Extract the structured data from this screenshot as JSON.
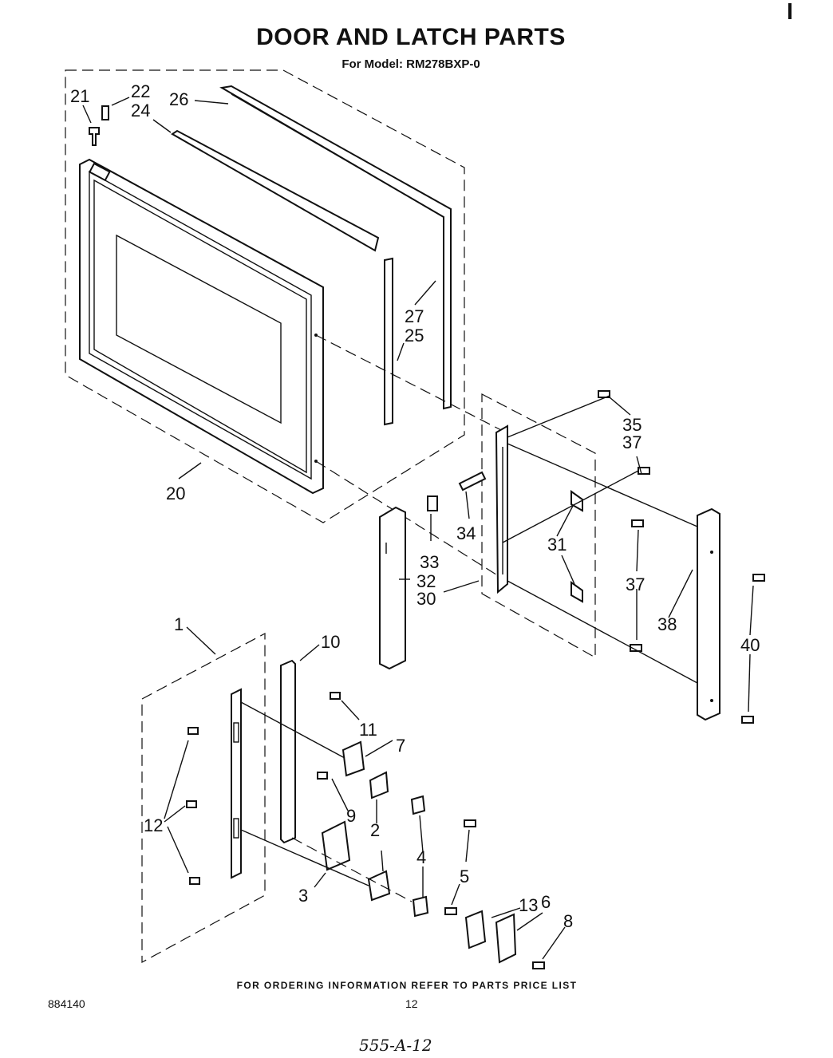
{
  "header": {
    "title": "DOOR AND LATCH PARTS",
    "subtitle": "For Model: RM278BXP-0"
  },
  "callouts": {
    "c1": "1",
    "c2": "2",
    "c3": "3",
    "c4": "4",
    "c5": "5",
    "c6": "6",
    "c7": "7",
    "c8": "8",
    "c9": "9",
    "c10": "10",
    "c11": "11",
    "c12": "12",
    "c13": "13",
    "c20": "20",
    "c21": "21",
    "c22": "22",
    "c24": "24",
    "c25": "25",
    "c26": "26",
    "c27": "27",
    "c30": "30",
    "c31": "31",
    "c32": "32",
    "c33": "33",
    "c34": "34",
    "c35": "35",
    "c37a": "37",
    "c37b": "37",
    "c38": "38",
    "c40": "40"
  },
  "footer": {
    "ordering_note": "FOR ORDERING INFORMATION REFER TO PARTS PRICE LIST",
    "doc_number": "884140",
    "page_number": "12",
    "handwritten_ref": "555-A-12"
  }
}
